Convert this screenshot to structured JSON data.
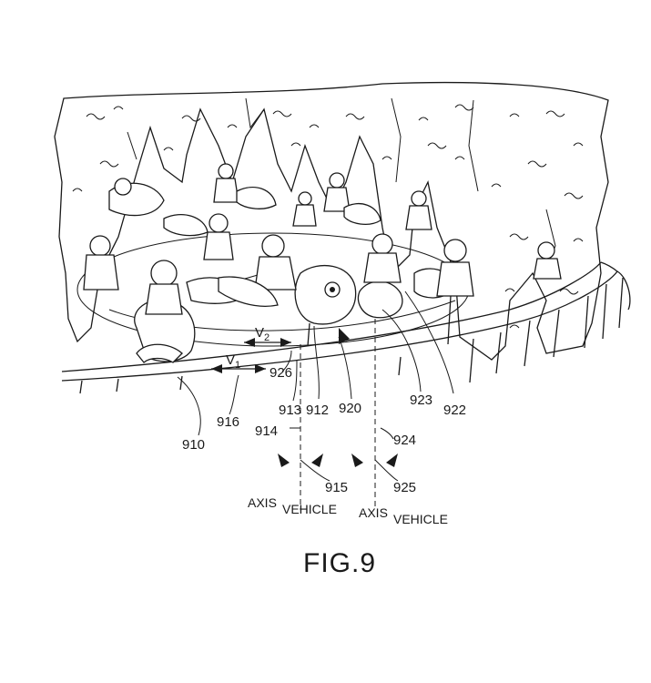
{
  "figure_title": "FIG.9",
  "reference_numerals": {
    "ride_system": "910",
    "vehicle_a": "912",
    "support_a": "913",
    "axis_a": "914",
    "rotation_a": "915",
    "motion_a": "916",
    "vehicle_b": "920",
    "vehicle_part_b": "922",
    "support_b": "923",
    "axis_b": "924",
    "rotation_b": "925",
    "motion_b": "926"
  },
  "velocity_labels": {
    "v1": "V",
    "v1_sub": "1",
    "v2": "V",
    "v2_sub": "2"
  },
  "axis_captions": {
    "left_axis": "AXIS",
    "left_vehicle": "VEHICLE",
    "right_axis": "AXIS",
    "right_vehicle": "VEHICLE"
  }
}
